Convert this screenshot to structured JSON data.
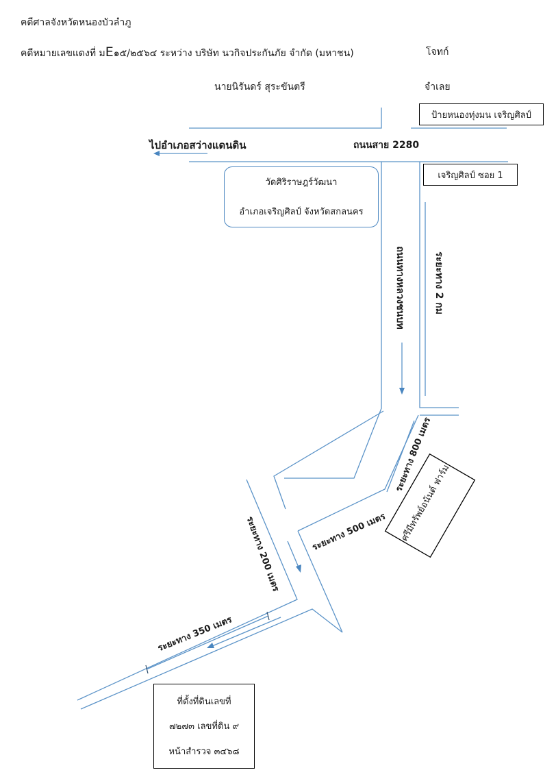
{
  "header": {
    "court": "คดีศาลจังหวัดหนองบัวลำภู",
    "case_prefix": "คดีหมายเลขแดงที่ ม",
    "case_E": "E",
    "case_rest": "๑๕/๒๕๖๔ ระหว่าง บริษัท นวกิจประกันภัย จำกัด (มหาชน)",
    "plaintiff_label": "โจทก์",
    "defendant_name": "นายนิรันดร์ สุระขันตรี",
    "defendant_label": "จำเลย"
  },
  "map": {
    "sign_top_right": "ป้ายหนองทุ่งมน เจริญศิลป์",
    "to_district": "ไปอำเภอสว่างแดนดิน",
    "road_2280": "ถนนสาย 2280",
    "soi_box": "เจริญศิลป์ ซอย 1",
    "temple_name": "วัดศิริราษฎร์วัฒนา",
    "temple_location": "อำเภอเจริญศิลป์ จังหวัดสกลนคร",
    "road_highway": "ถนนทางหลวงชนบท",
    "dist_2km": "ระยะทาง 2 กม",
    "dist_800m": "ระยะทาง 800 เมตร",
    "farm_name": "ศรีมีทรัพย์อนันต์ ฟาร์ม",
    "dist_500m": "ระยะทาง 500 เมตร",
    "dist_200m": "ระยะทาง 200 เมตร",
    "dist_350m": "ระยะทาง 350 เมตร",
    "land_line1": "ที่ตั้งที่ดินเลขที่",
    "land_line2": "๗๒๗๓ เลขที่ดิน ๙",
    "land_line3": "หน้าสำรวจ ๓๔๖๘"
  },
  "colors": {
    "road": "#5b93c8",
    "frame": "#000000",
    "text": "#1a1a1a"
  }
}
